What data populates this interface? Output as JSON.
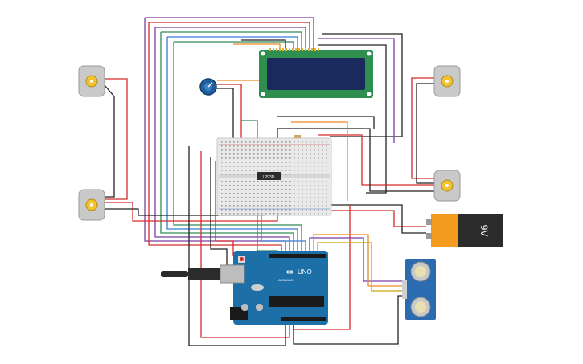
{
  "battery": {
    "label": "9V",
    "color": "#f39b1e"
  },
  "arduino": {
    "logo_text": "ARDUINO",
    "model": "UNO",
    "board_color": "#1d6fa8"
  },
  "lcd": {
    "color": "#2f8f4e",
    "screen_color": "#1b2a5c"
  },
  "ic_chip": {
    "label": "L293D"
  },
  "motors": {
    "count": 4
  },
  "ultrasonic": {
    "color": "#2b6cb0"
  },
  "potentiometer": {
    "color": "#1f5f9f"
  },
  "wire_colors": [
    "#d42b2b",
    "#222222",
    "#7b3fa0",
    "#2e8b57",
    "#e98a1d",
    "#3a7bd5",
    "#c9a20a"
  ]
}
